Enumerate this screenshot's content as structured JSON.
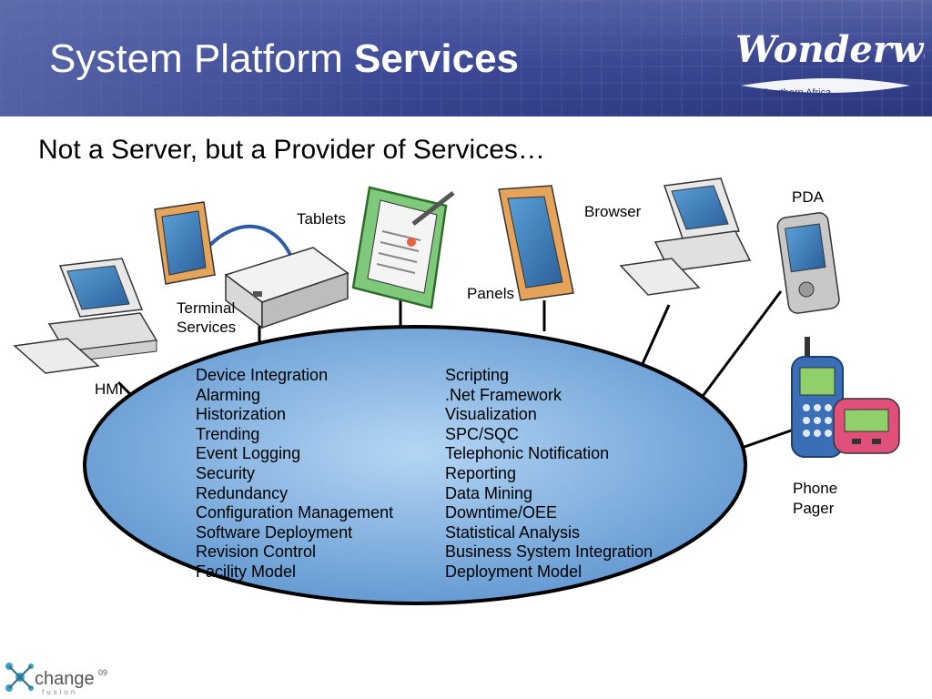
{
  "header": {
    "title_regular": "System Platform ",
    "title_bold": "Services",
    "logo_text": "Wonderware",
    "logo_subtext": "Southern Africa"
  },
  "subtitle": "Not a Server, but a Provider of Services…",
  "devices": {
    "tablets": "Tablets",
    "terminal_services_line1": "Terminal",
    "terminal_services_line2": "Services",
    "hmi": "HMI",
    "panels": "Panels",
    "browser": "Browser",
    "pda": "PDA",
    "phone": "Phone",
    "pager": "Pager"
  },
  "services_left": [
    "Device Integration",
    "Alarming",
    "Historization",
    "Trending",
    "Event Logging",
    "Security",
    "Redundancy",
    "Configuration Management",
    "Software Deployment",
    "Revision Control",
    "Facility Model"
  ],
  "services_right": [
    "Scripting",
    ".Net Framework",
    "Visualization",
    "SPC/SQC",
    "Telephonic Notification",
    "Reporting",
    "Data Mining",
    "Downtime/OEE",
    "Statistical Analysis",
    "Business System Integration",
    "Deployment Model"
  ],
  "footer": {
    "logo_text": "change",
    "logo_superscript": "09",
    "logo_subtext": "fusion"
  },
  "colors": {
    "header_blue": "#3d4a96",
    "ellipse_fill": "#7fb0e0",
    "ellipse_stroke": "#000000"
  }
}
